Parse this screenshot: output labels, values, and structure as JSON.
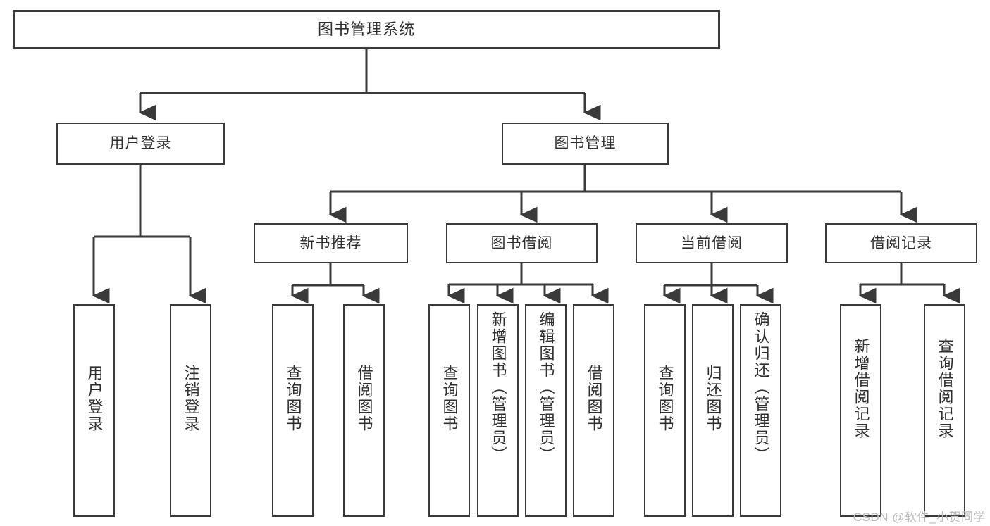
{
  "diagram": {
    "type": "hierarchy-tree",
    "title": "图书管理系统",
    "colors": {
      "background": "#ffffff",
      "box_fill": "#ffffff",
      "stroke": "#3a3a3a",
      "text": "#2f2f2f",
      "watermark": "#b9b9b9"
    },
    "levels": {
      "level1": [
        {
          "id": "root",
          "label": "图书管理系统"
        }
      ],
      "level2": [
        {
          "id": "user-login",
          "label": "用户登录"
        },
        {
          "id": "book-management",
          "label": "图书管理"
        }
      ],
      "level3": [
        {
          "id": "new-book-recommend",
          "label": "新书推荐"
        },
        {
          "id": "book-borrow",
          "label": "图书借阅"
        },
        {
          "id": "current-borrow",
          "label": "当前借阅"
        },
        {
          "id": "borrow-record",
          "label": "借阅记录"
        }
      ],
      "leaves": {
        "user_login": [
          {
            "id": "leaf-user-login",
            "label": "用户登录"
          },
          {
            "id": "leaf-logout-login",
            "label": "注销登录"
          }
        ],
        "new_book_recommend": [
          {
            "id": "leaf-query-book-1",
            "label": "查询图书"
          },
          {
            "id": "leaf-borrow-book-1",
            "label": "借阅图书"
          }
        ],
        "book_borrow": [
          {
            "id": "leaf-query-book-2",
            "label": "查询图书"
          },
          {
            "id": "leaf-add-book-admin",
            "label": "新增图书（管理员）"
          },
          {
            "id": "leaf-edit-book-admin",
            "label": "编辑图书（管理员）"
          },
          {
            "id": "leaf-borrow-book-2",
            "label": "借阅图书"
          }
        ],
        "current_borrow": [
          {
            "id": "leaf-query-book-3",
            "label": "查询图书"
          },
          {
            "id": "leaf-return-book",
            "label": "归还图书"
          },
          {
            "id": "leaf-confirm-return-admin",
            "label": "确认归还（管理员）"
          }
        ],
        "borrow_record": [
          {
            "id": "leaf-add-borrow-record",
            "label": "新增借阅记录"
          },
          {
            "id": "leaf-query-borrow-record",
            "label": "查询借阅记录"
          }
        ]
      }
    }
  },
  "watermark": {
    "text": "CSDN @软件_小贺同学"
  }
}
